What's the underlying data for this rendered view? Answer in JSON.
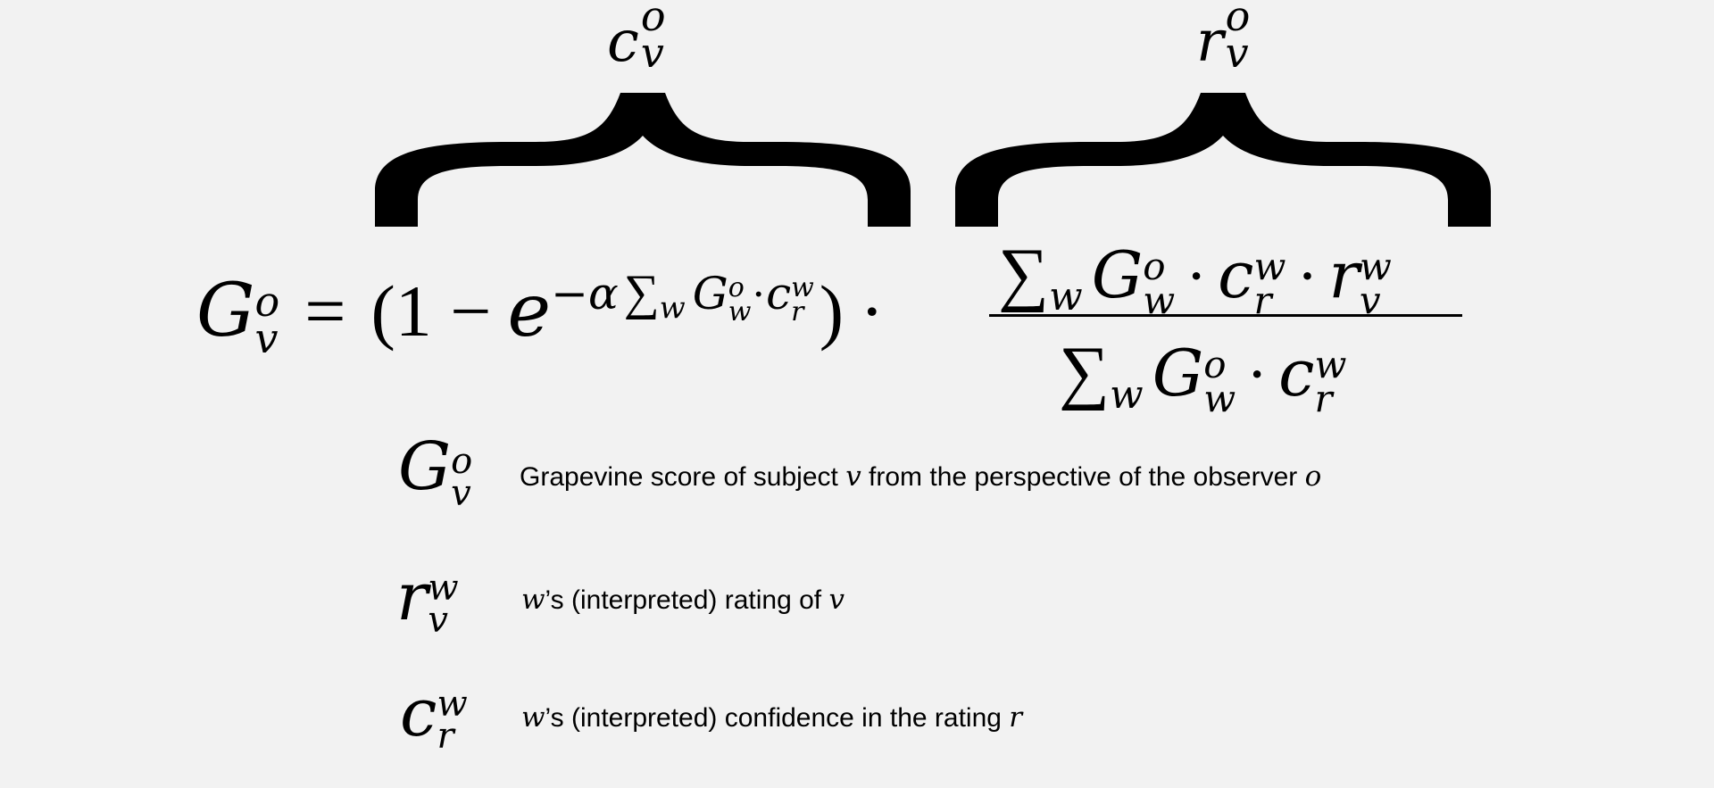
{
  "formula": {
    "brace_left_label": {
      "base": "c",
      "sup": "o",
      "sub": "v"
    },
    "brace_right_label": {
      "base": "r",
      "sup": "o",
      "sub": "v"
    },
    "lhs": {
      "base": "G",
      "sup": "o",
      "sub": "v"
    },
    "equals": "=",
    "open_paren": "(1 −",
    "e": "e",
    "exponent": {
      "prefix": "−α",
      "sigma": "∑",
      "sigma_sub": "w",
      "g": "G",
      "g_sup": "o",
      "g_sub": "w",
      "dot": "·",
      "c": "c",
      "c_sup": "w",
      "c_sub": "r"
    },
    "close_paren": ")",
    "dot": "·",
    "numerator": {
      "sigma": "∑",
      "sigma_sub": "w",
      "g": "G",
      "g_sup": "o",
      "g_sub": "w",
      "dot1": "·",
      "c": "c",
      "c_sup": "w",
      "c_sub": "r",
      "dot2": "·",
      "r": "r",
      "r_sup": "w",
      "r_sub": "v"
    },
    "denominator": {
      "sigma": "∑",
      "sigma_sub": "w",
      "g": "G",
      "g_sup": "o",
      "g_sub": "w",
      "dot": "·",
      "c": "c",
      "c_sup": "w",
      "c_sub": "r"
    }
  },
  "legend": [
    {
      "sym": {
        "base": "G",
        "sup": "o",
        "sub": "v"
      },
      "text_before": "Grapevine score of subject ",
      "var1": "v",
      "text_mid": " from the perspective of the observer ",
      "var2": "o"
    },
    {
      "sym": {
        "base": "r",
        "sup": "w",
        "sub": "v"
      },
      "var0": "w",
      "text_before": "’s (interpreted) rating of ",
      "var1": "v"
    },
    {
      "sym": {
        "base": "c",
        "sup": "w",
        "sub": "r"
      },
      "var0": "w",
      "text_before": "’s (interpreted) confidence in the rating ",
      "var1": "r"
    }
  ]
}
